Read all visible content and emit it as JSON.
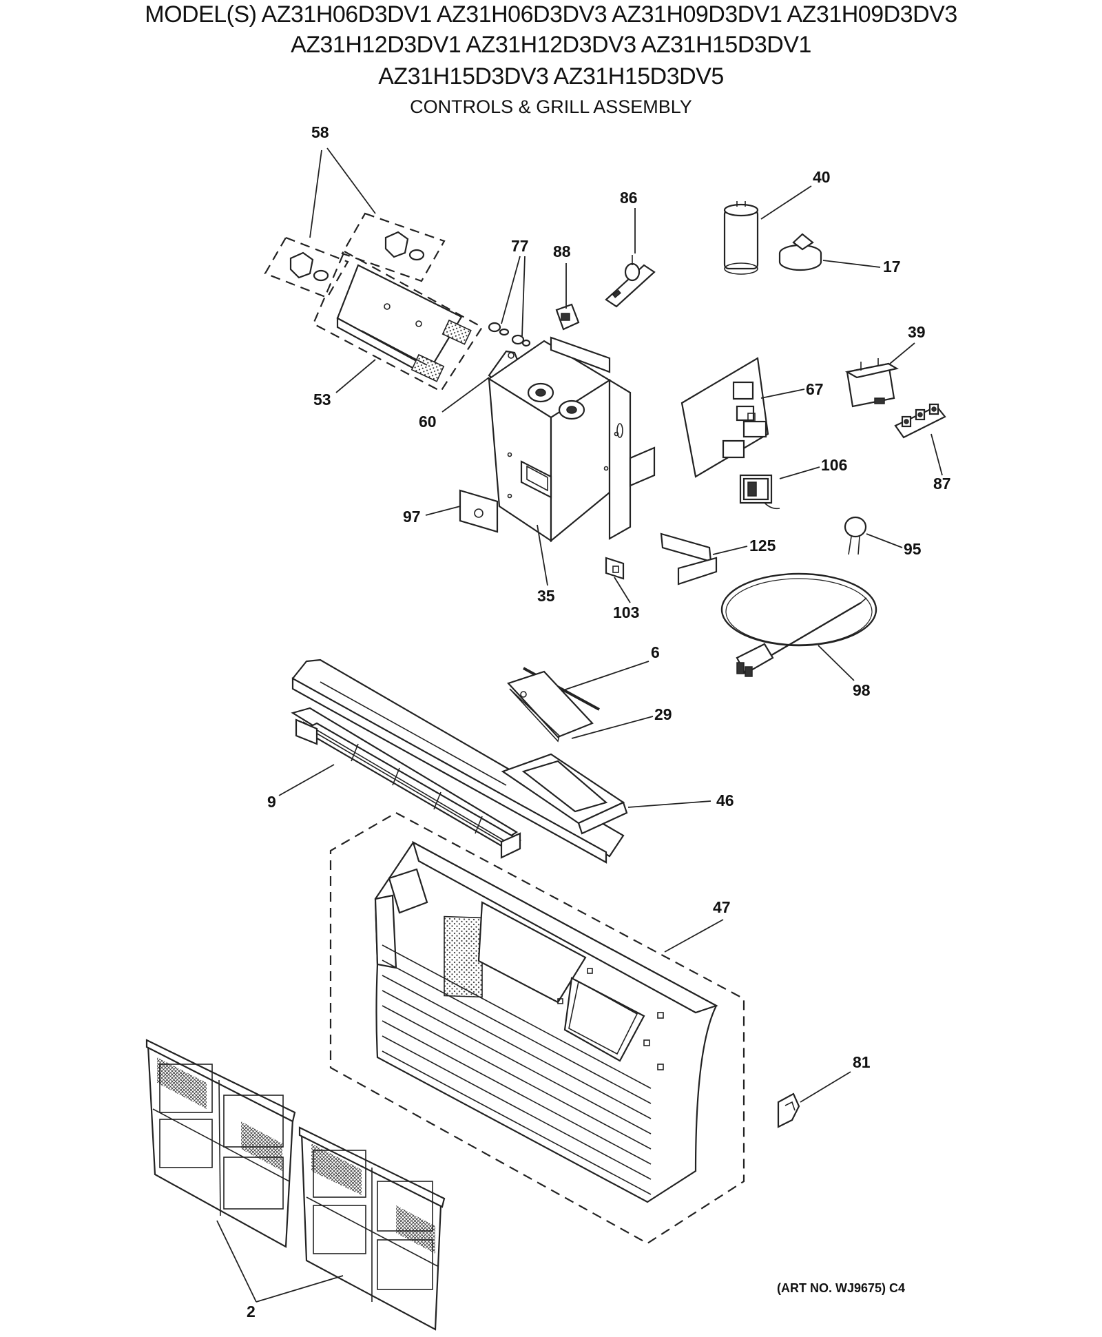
{
  "header": {
    "models_line1": "MODEL(S) AZ31H06D3DV1  AZ31H06D3DV3  AZ31H09D3DV1  AZ31H09D3DV3",
    "models_line2": "AZ31H12D3DV1  AZ31H12D3DV3  AZ31H15D3DV1",
    "models_line3": "AZ31H15D3DV3  AZ31H15D3DV5",
    "section_title": "CONTROLS & GRILL ASSEMBLY"
  },
  "callouts": {
    "c58": "58",
    "c77": "77",
    "c88": "88",
    "c86": "86",
    "c40": "40",
    "c17": "17",
    "c53": "53",
    "c60": "60",
    "c39": "39",
    "c67": "67",
    "c87": "87",
    "c106": "106",
    "c97": "97",
    "c35": "35",
    "c125": "125",
    "c95": "95",
    "c103": "103",
    "c6": "6",
    "c29": "29",
    "c98": "98",
    "c9": "9",
    "c46": "46",
    "c47": "47",
    "c81": "81",
    "c2": "2"
  },
  "footer": {
    "art_number": "(ART NO. WJ9675) C4"
  }
}
